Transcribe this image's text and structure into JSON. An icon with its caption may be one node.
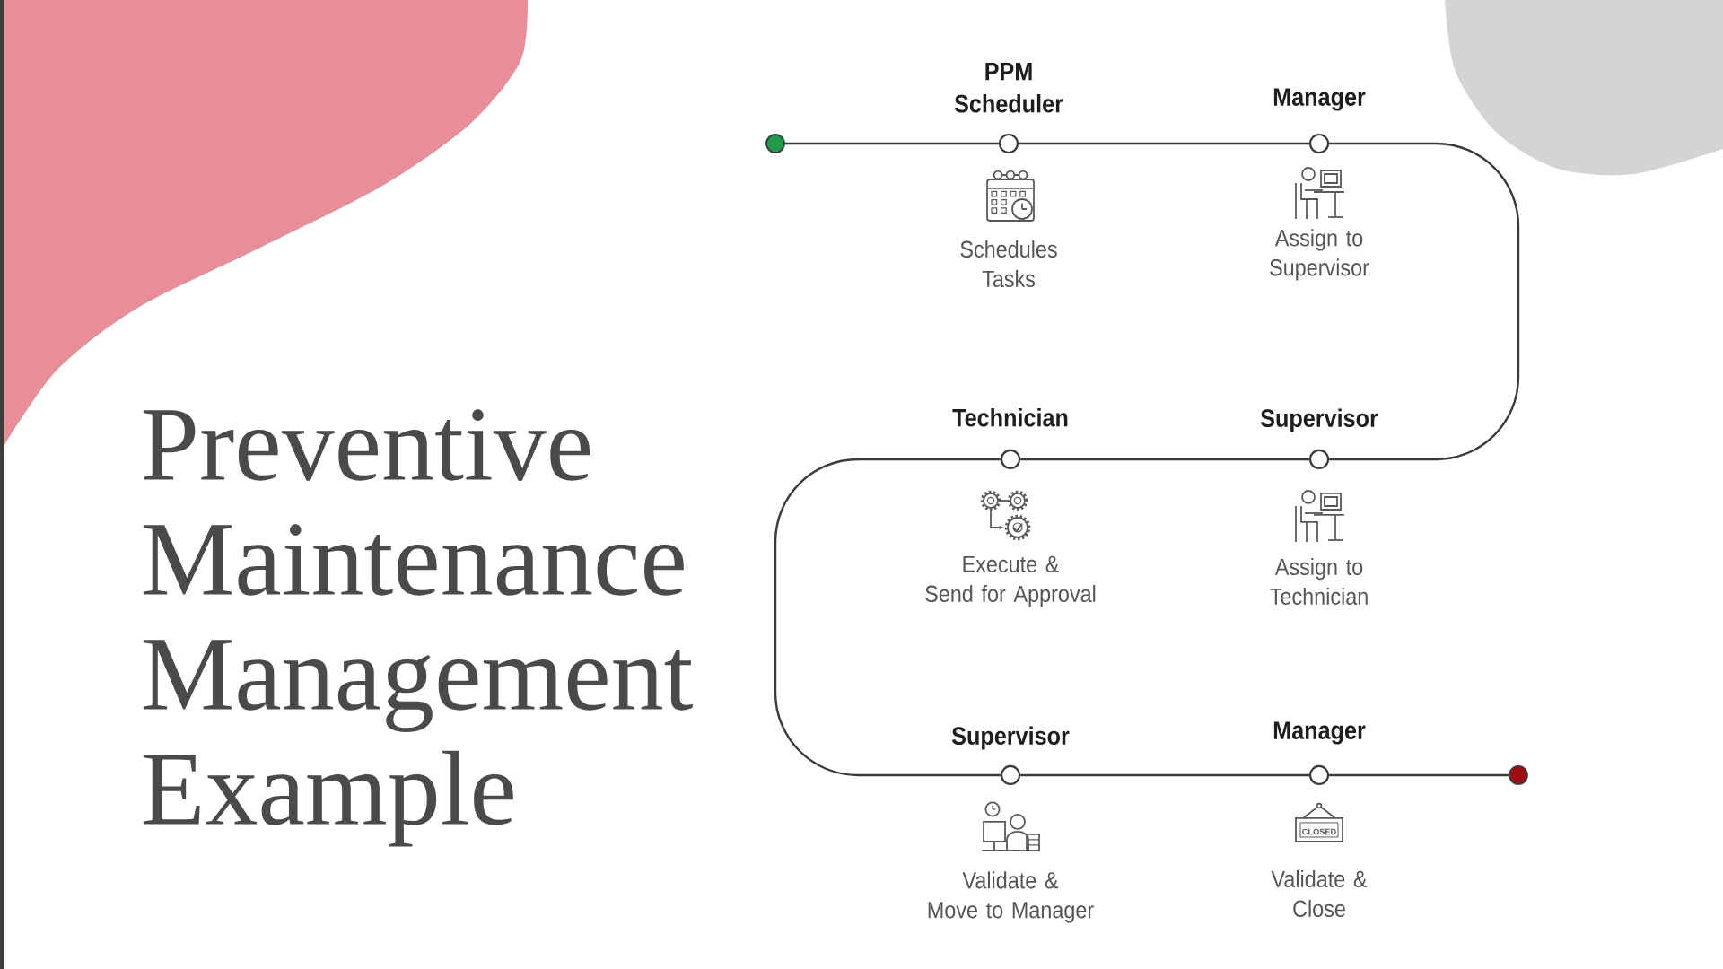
{
  "diagram": {
    "title": "Preventive Maintenance Management Example",
    "nodes": [
      {
        "text": [],
        "shape": "circle"
      },
      {
        "text": [
          "PPM Scheduler"
        ],
        "beside": [
          "Schedules Tasks"
        ]
      },
      {
        "text": [
          "Manager"
        ],
        "beside": [
          "Assign to Supervisor"
        ]
      },
      {
        "text": [
          "Technician"
        ],
        "beside": [
          "Execute & Send for Approval"
        ]
      },
      {
        "text": [
          "Supervisor"
        ],
        "beside": [
          "Assign to Technician"
        ]
      },
      {
        "text": [
          "Supervisor"
        ],
        "beside": [
          "Validate & Move to Manager"
        ]
      },
      {
        "text": [
          "Manager"
        ],
        "beside": [
          "Validate & Close"
        ]
      },
      {
        "text": [],
        "shape": "circle"
      }
    ],
    "edges": [
      {
        "from": 0,
        "to": 1,
        "arrow": "none"
      },
      {
        "from": 1,
        "to": 2,
        "arrow": "none"
      },
      {
        "from": 2,
        "to": 4,
        "arrow": "none"
      },
      {
        "from": 4,
        "to": 3,
        "arrow": "none"
      },
      {
        "from": 3,
        "to": 5,
        "arrow": "none"
      },
      {
        "from": 5,
        "to": 6,
        "arrow": "none"
      },
      {
        "from": 6,
        "to": 7,
        "arrow": "none"
      }
    ],
    "labels": [
      "CLOSED"
    ]
  }
}
